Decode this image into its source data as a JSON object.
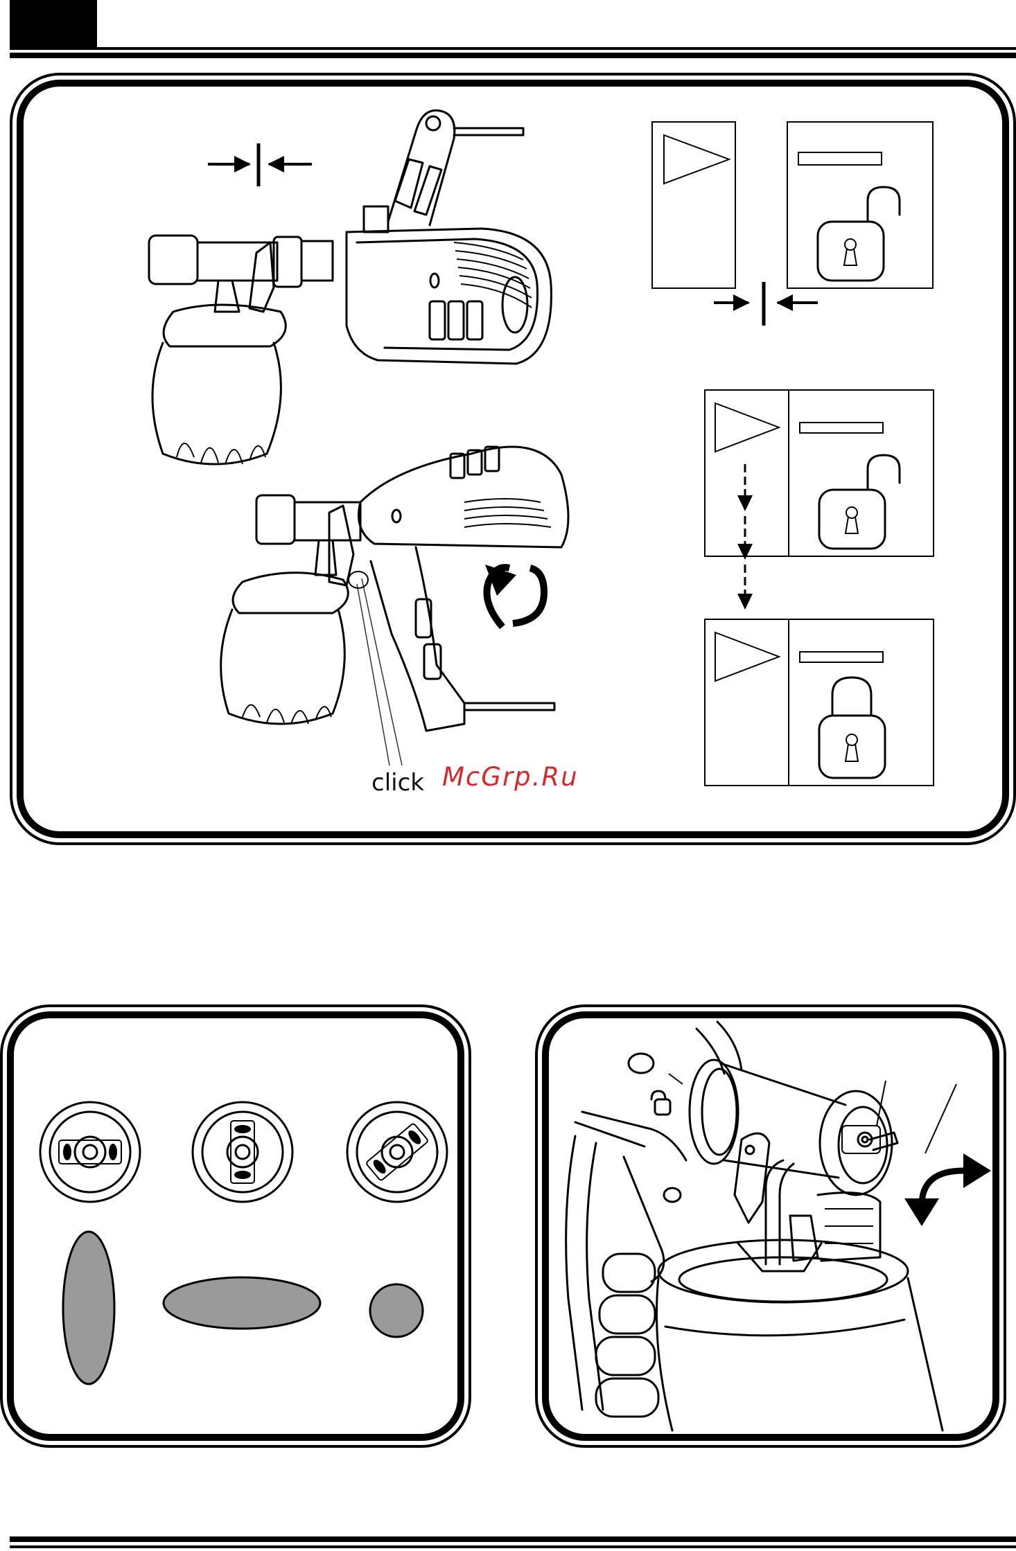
{
  "figure1": {
    "click_label": "click",
    "icons": [
      "pinch-arrows-icon",
      "gun-detached",
      "gun-assembled",
      "rotate-arrow-icon",
      "unlock-panel-icon",
      "lock-panel-icon",
      "down-arrows-icon"
    ]
  },
  "figure2": {
    "nozzle_settings": [
      "vertical-fan",
      "horizontal-fan",
      "round-spot"
    ],
    "shape_fill_color": "#9a9a9a"
  },
  "figure3": {
    "icons": [
      "nozzle-closeup",
      "curved-arrow-icon"
    ]
  },
  "watermark": {
    "text": "McGrp.Ru",
    "color": "#d42a2a"
  }
}
